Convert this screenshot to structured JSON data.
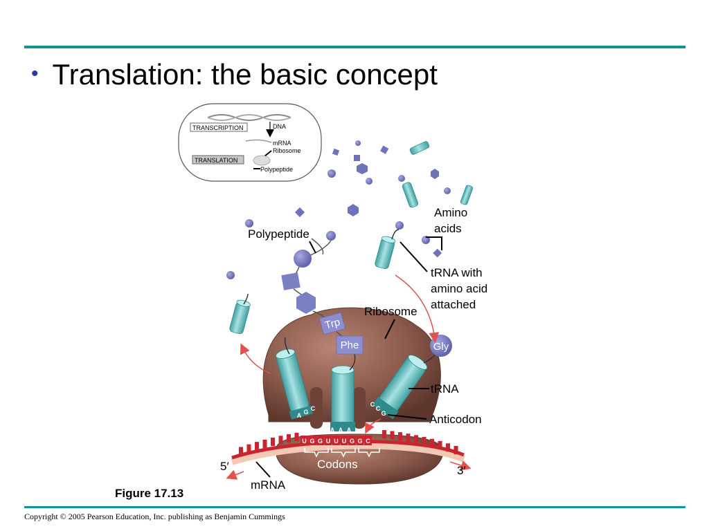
{
  "slide": {
    "bullet": "•",
    "title": "Translation: the basic concept",
    "figure": "Figure 17.13",
    "copyright": "Copyright © 2005 Pearson Education, Inc. publishing as Benjamin Cummings"
  },
  "inset": {
    "dna": "DNA",
    "transcription": "TRANSCRIPTION",
    "mrna": "mRNA",
    "ribosome": "Ribosome",
    "translation": "TRANSLATION",
    "polypeptide": "Polypeptide"
  },
  "labels": {
    "amino_line1": "Amino",
    "amino_line2": "acids",
    "polypeptide": "Polypeptide",
    "trna_aa_line1": "tRNA with",
    "trna_aa_line2": "amino acid",
    "trna_aa_line3": "attached",
    "ribosome": "Ribosome",
    "trna": "tRNA",
    "anticodon": "Anticodon",
    "codons": "Codons",
    "five_prime": "5′",
    "three_prime": "3′",
    "mrna": "mRNA"
  },
  "amino_acids": {
    "trp": "Trp",
    "phe": "Phe",
    "gly": "Gly"
  },
  "anticodons": {
    "left": [
      "A",
      "G",
      "C"
    ],
    "middle": [
      "A",
      "A",
      "A"
    ],
    "right": [
      "C",
      "C",
      "G"
    ]
  },
  "mrna_bases": [
    "U",
    "G",
    "G",
    "U",
    "U",
    "U",
    "G",
    "G",
    "C"
  ],
  "colors": {
    "teal_rule": "#11939a",
    "ribosome": "#8a5a4c",
    "ribosome_dark": "#6e4236",
    "trna": "#6fc6c7",
    "trna_dark": "#3f9fa2",
    "amino_purple": "#7b7fc4",
    "mrna_red": "#c8262e",
    "arrow_red": "#e0514f"
  }
}
